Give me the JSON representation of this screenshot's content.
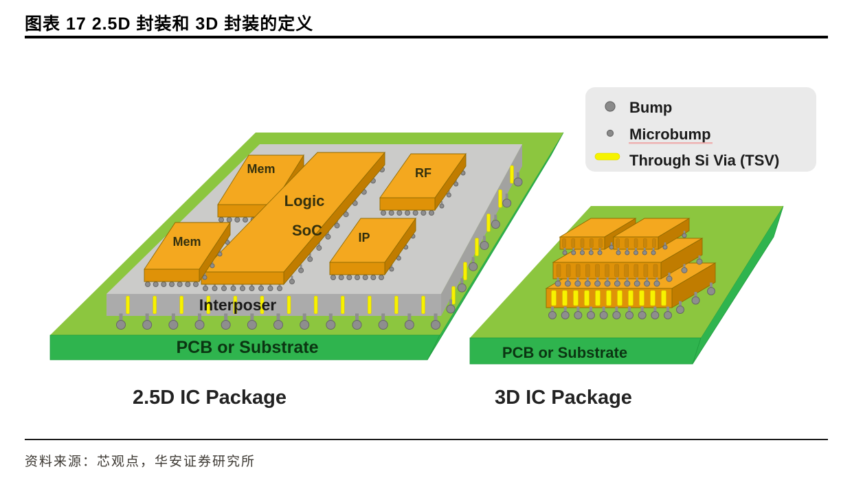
{
  "title": "图表  17 2.5D 封装和 3D 封装的定义",
  "legend": {
    "items": [
      {
        "icon": "bump-icon",
        "label": "Bump"
      },
      {
        "icon": "microbump-icon",
        "label": "Microbump"
      },
      {
        "icon": "tsv-icon",
        "label": "Through Si Via (TSV)"
      }
    ]
  },
  "package_25d": {
    "caption": "2.5D IC Package",
    "interposer_label": "Interposer",
    "pcb_label": "PCB or Substrate",
    "chips": {
      "mem_top": "Mem",
      "mem_bottom": "Mem",
      "logic_line1": "Logic",
      "logic_line2": "SoC",
      "rf": "RF",
      "ip": "IP"
    }
  },
  "package_3d": {
    "caption": "3D IC Package",
    "pcb_label": "PCB or Substrate"
  },
  "source": "资料来源：芯观点，华安证券研究所",
  "colors": {
    "pcb_top_green": "#8CC63F",
    "pcb_side_green": "#2FB44E",
    "chip_top_orange": "#F4A81F",
    "chip_front_orange": "#DF9208",
    "chip_right_orange": "#C07C00",
    "interposer_top_gray": "#CBCBC9",
    "interposer_front_gray": "#ABABAB",
    "bump_gray": "#8E8E8E",
    "tsv_yellow": "#F8F200",
    "legend_bg": "#EAEAEA"
  }
}
